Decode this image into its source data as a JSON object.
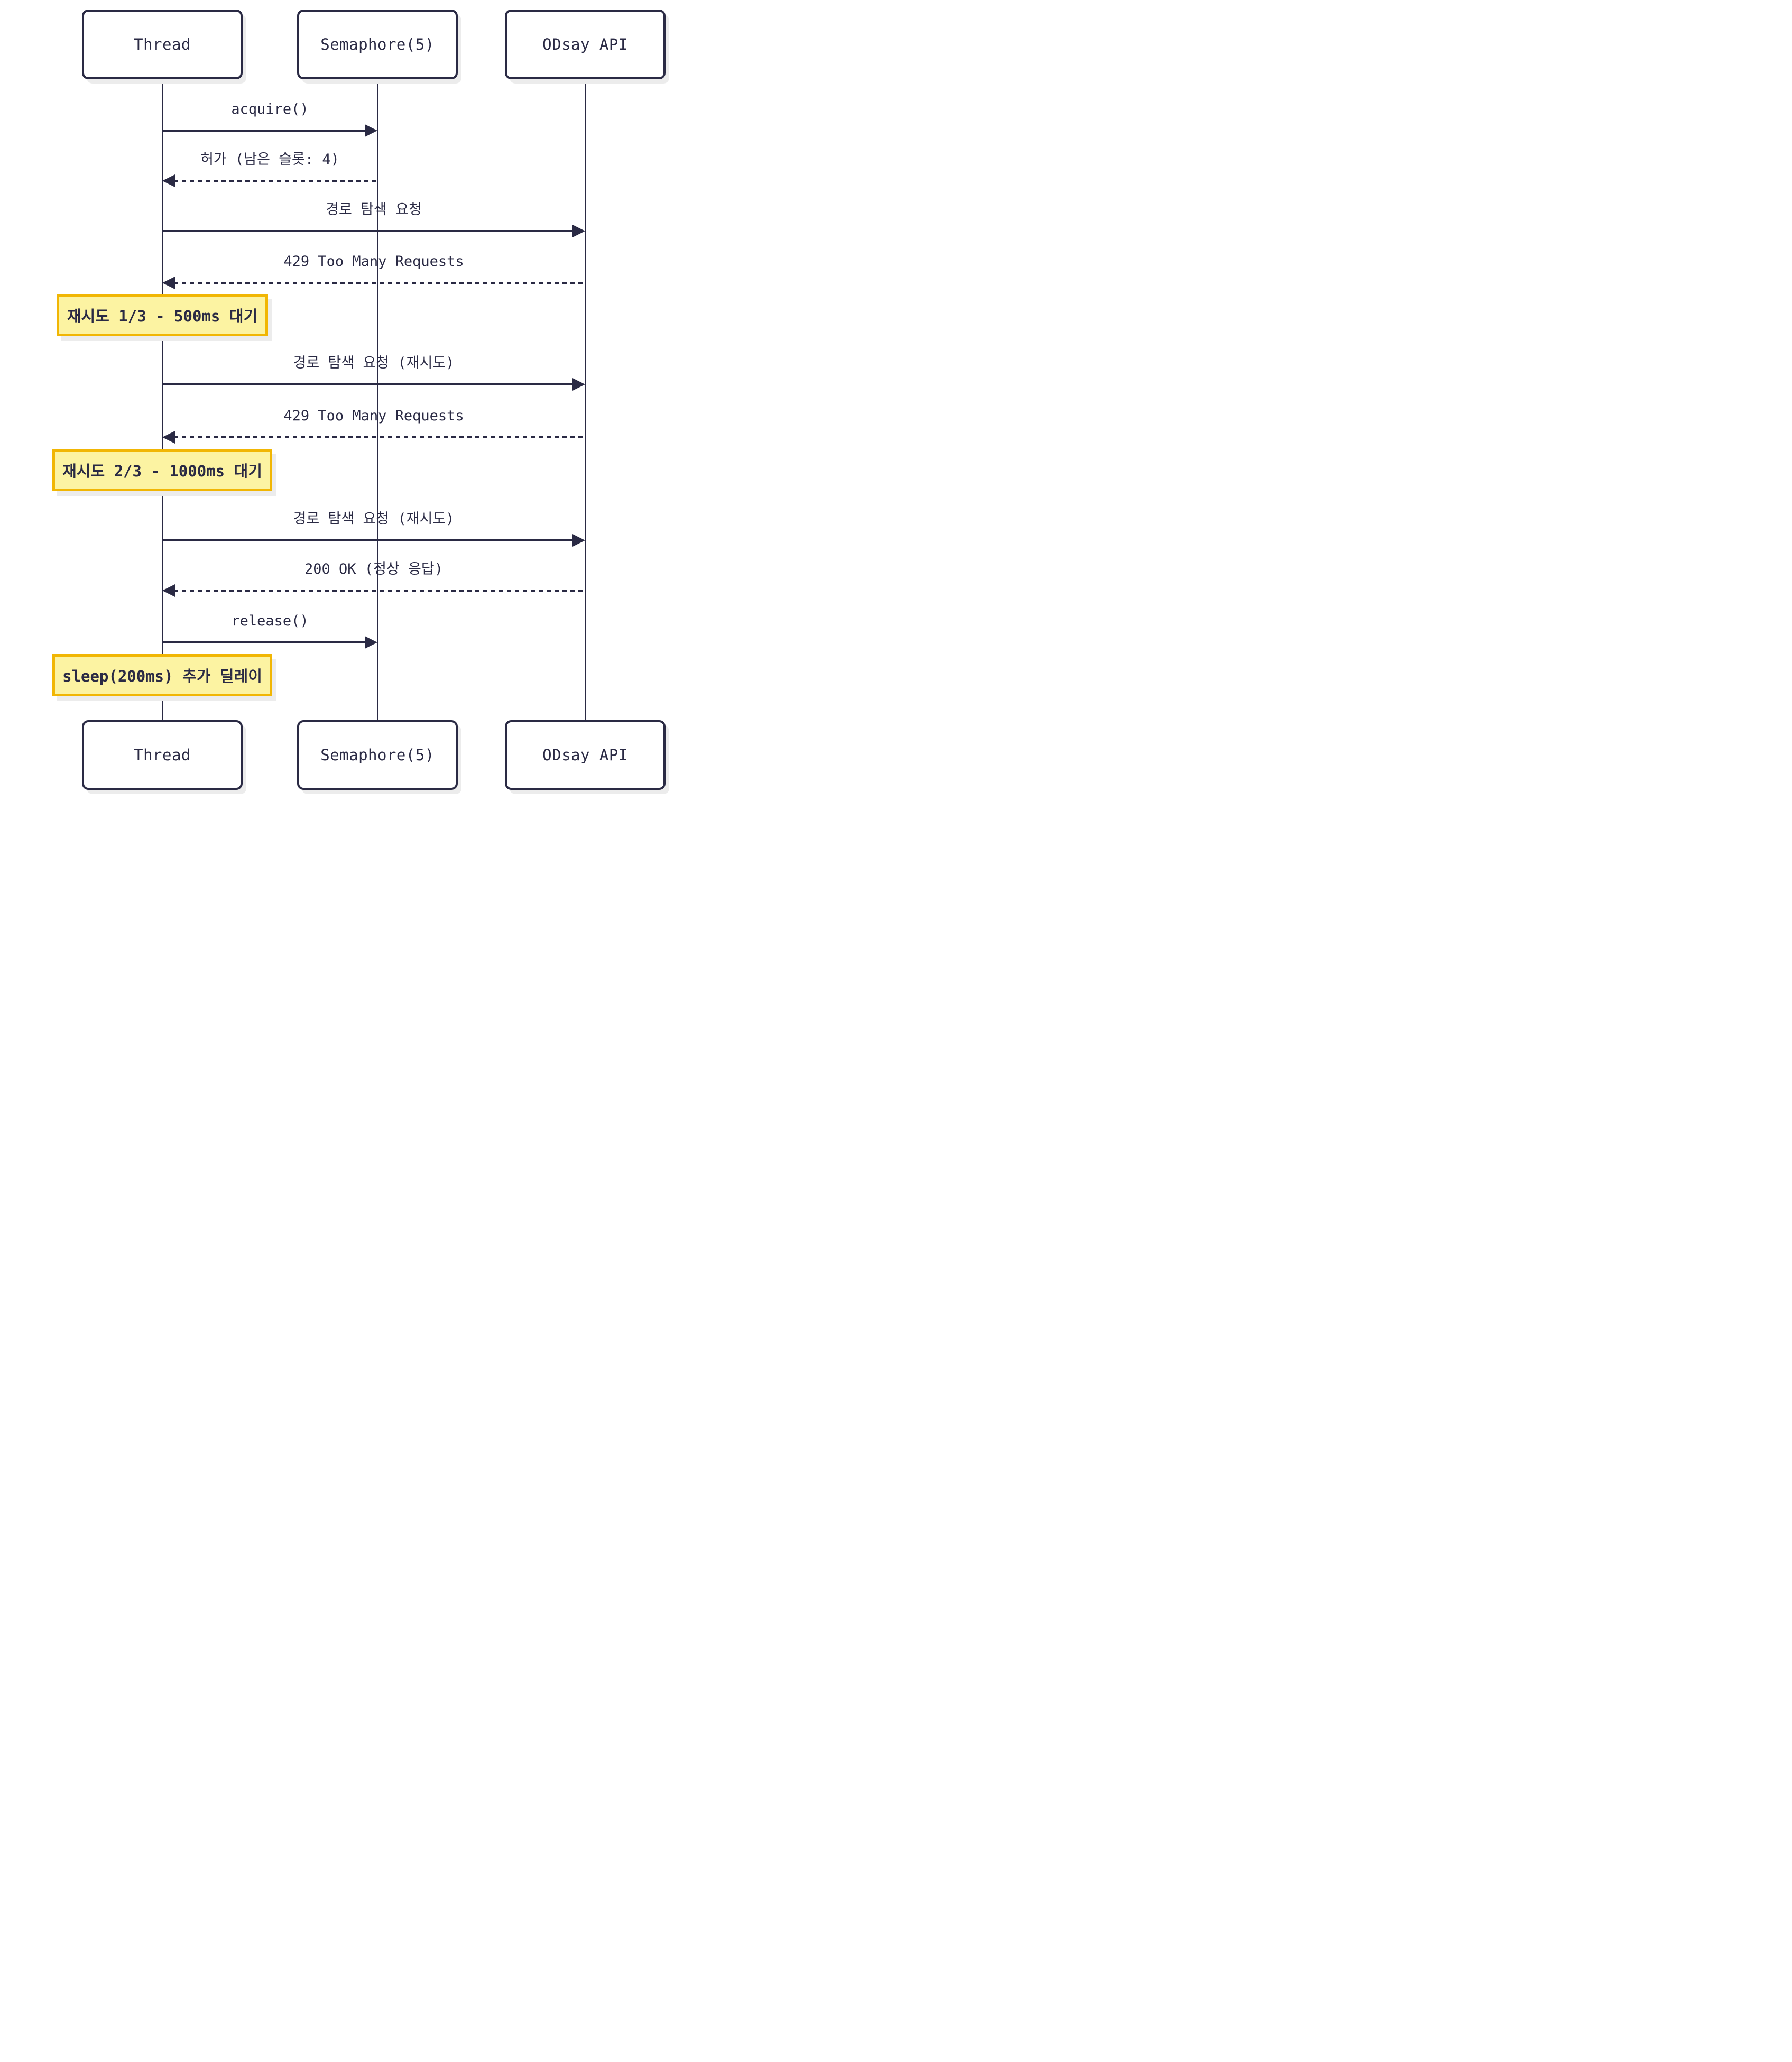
{
  "diagram": {
    "type": "sequence",
    "participants": [
      {
        "id": "thread",
        "label": "Thread"
      },
      {
        "id": "semaphore",
        "label": "Semaphore(5)"
      },
      {
        "id": "odsay",
        "label": "ODsay API"
      }
    ],
    "events": [
      {
        "kind": "message",
        "style": "solid",
        "from": "thread",
        "to": "semaphore",
        "label": "acquire()"
      },
      {
        "kind": "message",
        "style": "dashed",
        "from": "semaphore",
        "to": "thread",
        "label": "허가 (남은 슬롯: 4)"
      },
      {
        "kind": "message",
        "style": "solid",
        "from": "thread",
        "to": "odsay",
        "label": "경로 탐색 요청"
      },
      {
        "kind": "message",
        "style": "dashed",
        "from": "odsay",
        "to": "thread",
        "label": "429 Too Many Requests"
      },
      {
        "kind": "note",
        "over": "thread",
        "label": "재시도 1/3 - 500ms 대기"
      },
      {
        "kind": "message",
        "style": "solid",
        "from": "thread",
        "to": "odsay",
        "label": "경로 탐색 요청 (재시도)"
      },
      {
        "kind": "message",
        "style": "dashed",
        "from": "odsay",
        "to": "thread",
        "label": "429 Too Many Requests"
      },
      {
        "kind": "note",
        "over": "thread",
        "label": "재시도 2/3 - 1000ms 대기"
      },
      {
        "kind": "message",
        "style": "solid",
        "from": "thread",
        "to": "odsay",
        "label": "경로 탐색 요청 (재시도)"
      },
      {
        "kind": "message",
        "style": "dashed",
        "from": "odsay",
        "to": "thread",
        "label": "200 OK (정상 응답)"
      },
      {
        "kind": "message",
        "style": "solid",
        "from": "thread",
        "to": "semaphore",
        "label": "release()"
      },
      {
        "kind": "note",
        "over": "thread",
        "label": "sleep(200ms) 추가 딜레이"
      }
    ],
    "colors": {
      "ink": "#2a2a44",
      "note_fill": "#fcf3a2",
      "note_border": "#f1b604",
      "shadow": "#ececec",
      "background": "#ffffff"
    }
  }
}
